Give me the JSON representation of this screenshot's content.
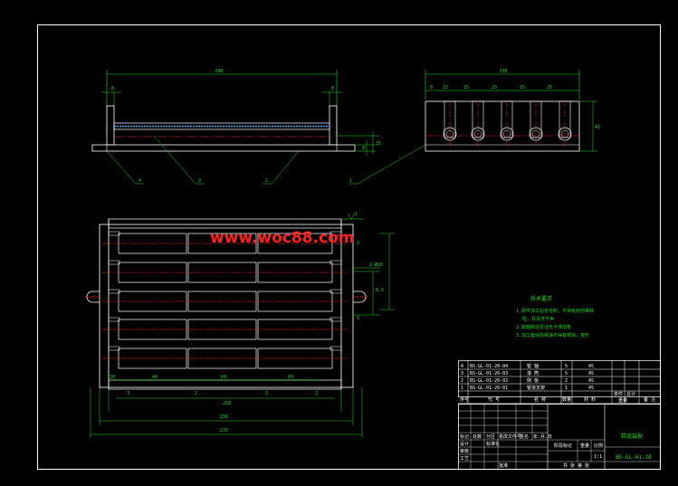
{
  "watermark": "www.woc88.com",
  "colors": {
    "background": "#000000",
    "frame": "#ffffff",
    "dimension": "#1fdc1f",
    "outline": "#ffffff",
    "centerline": "#ff2020",
    "hidden": "#20b0ff",
    "note": "#1fdc1f"
  },
  "top_view": {
    "dims": {
      "overall": "206",
      "left": "8",
      "right": "8",
      "height": "15",
      "thickness": "8"
    },
    "callouts": [
      "4",
      "3",
      "2",
      "1"
    ]
  },
  "side_view": {
    "dims": {
      "overall": "138",
      "d1": "8",
      "d2": "15",
      "d3": "25",
      "d4": "25",
      "d5": "25",
      "d6": "25",
      "height": "45"
    }
  },
  "plan_view": {
    "dims": {
      "s1": "30",
      "s2": "40",
      "s3": "68",
      "s4": "60",
      "inner": "218",
      "middle": "256",
      "outer": "276",
      "holes": "2-Φ10",
      "roll": "6.5"
    },
    "callouts": [
      "3",
      "2",
      "3",
      "3"
    ],
    "right_labels": [
      "1",
      "3",
      "5"
    ]
  },
  "tech_notes": {
    "title": "技术要求",
    "lines": [
      "1.零件加工后去毛刺，不得有划伤等缺",
      "陷，并清洗干净",
      "2.辊轴转动灵活无卡滞现象",
      "3.加工面涂防锈油不得有锈蚀，变形"
    ]
  },
  "parts_list": {
    "rows": [
      {
        "code": "BS-GL-01-20-04",
        "name": "辊  轴",
        "qty": "5",
        "mat": "45"
      },
      {
        "code": "BS-GL-01-20-03",
        "name": "滚  筒",
        "qty": "5",
        "mat": "45"
      },
      {
        "code": "BS-GL-01-20-02",
        "name": "侧  板",
        "qty": "2",
        "mat": "45"
      },
      {
        "code": "BS-GL-01-20-01",
        "name": "辊道支架",
        "qty": "1",
        "mat": "45"
      }
    ],
    "header": [
      "序号",
      "代 号",
      "名 称",
      "数量",
      "材 料",
      "单件",
      "总计",
      "备 注"
    ],
    "weight_label": "重量"
  },
  "title_block": {
    "drawing_name": "辊道装配",
    "drawing_number": "BS-GL-01-20",
    "scale": "1:1",
    "labels": [
      "标记",
      "处数",
      "分区",
      "更改文件号",
      "签名",
      "年.月.日",
      "设计",
      "标准化",
      "审核",
      "工艺",
      "批准",
      "阶段标记",
      "重量",
      "比例",
      "共 张 第 张"
    ]
  }
}
